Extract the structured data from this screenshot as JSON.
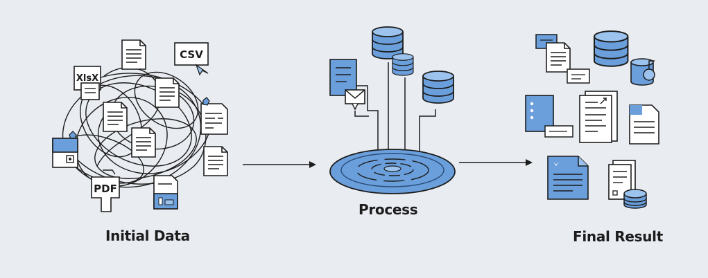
{
  "labels": {
    "initial": "Initial Data",
    "process": "Process",
    "final": "Final Result"
  },
  "file_tags": {
    "xlsx": "XlsX",
    "csv": "CSV",
    "pdf": "PDF"
  },
  "colors": {
    "background": "#e9ecf1",
    "accent": "#6a9fdc",
    "accent_light": "#9cc3ee",
    "ink": "#1c1c1c"
  }
}
